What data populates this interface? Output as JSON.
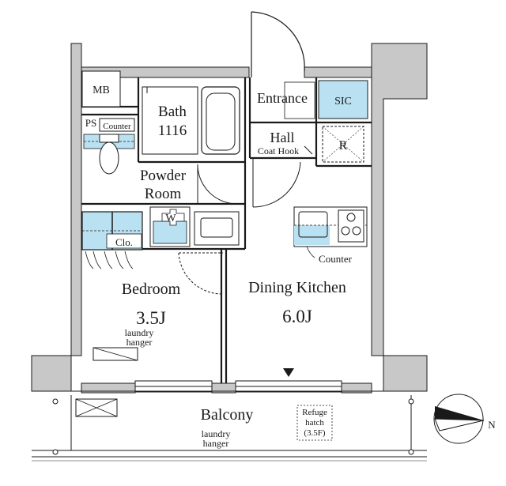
{
  "rooms": {
    "entrance": "Entrance",
    "sic": "SIC",
    "bath_name": "Bath",
    "bath_size": "1116",
    "hall": "Hall",
    "coat_hook": "Coat Hook",
    "r": "R",
    "powder_line1": "Powder",
    "powder_line2": "Room",
    "mb": "MB",
    "ps": "PS",
    "counter_small": "Counter",
    "w": "W",
    "clo": "Clo.",
    "counter_kitchen": "Counter",
    "bedroom_name": "Bedroom",
    "bedroom_size": "3.5J",
    "laundry1_line1": "laundry",
    "laundry1_line2": "hanger",
    "dk_name": "Dining Kitchen",
    "dk_size": "6.0J",
    "balcony": "Balcony",
    "laundry2_line1": "laundry",
    "laundry2_line2": "hanger",
    "refuge_line1": "Refuge",
    "refuge_line2": "hatch",
    "refuge_line3": "(3.5F)"
  },
  "compass": {
    "label": "N"
  },
  "colors": {
    "wall": "#c4c4c4",
    "fixture_blue": "#b9e1f2",
    "line": "#1a1a1a"
  }
}
